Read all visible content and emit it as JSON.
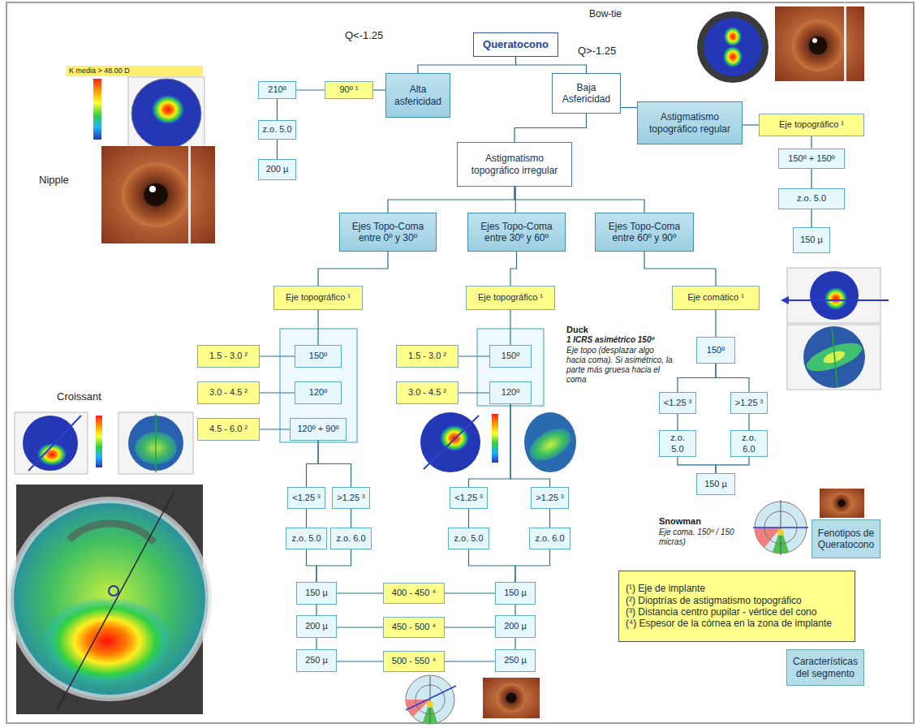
{
  "diagram": {
    "nodes": [
      {
        "text": [
          "Queratocono"
        ]
      },
      {
        "text": [
          "Alta asfericidad"
        ]
      },
      {
        "text": [
          "90º ¹"
        ]
      },
      {
        "text": [
          "210º"
        ]
      },
      {
        "text": [
          "z.o. 5.0"
        ]
      },
      {
        "text": [
          "200 µ"
        ]
      },
      {
        "text": [
          "Baja Asfericidad"
        ]
      },
      {
        "text": [
          "Astigmatismo topográfico regular"
        ]
      },
      {
        "text": [
          "Eje topográfico ¹"
        ]
      },
      {
        "text": [
          "150º + 150º"
        ]
      },
      {
        "text": [
          "z.o. 5.0"
        ]
      },
      {
        "text": [
          "150 µ"
        ]
      },
      {
        "text": [
          "Astigmatismo topográfico irregular"
        ]
      },
      {
        "text": [
          "Ejes Topo-Coma entre 0º y 30º"
        ]
      },
      {
        "text": [
          "Ejes Topo-Coma entre 30º y 60º"
        ]
      },
      {
        "text": [
          "Ejes Topo-Coma entre 60º y 90º"
        ]
      },
      {
        "text": [
          "Eje topográfico ¹"
        ]
      },
      {
        "text": [
          "Eje topográfico ¹"
        ]
      },
      {
        "text": [
          "Eje comático ¹"
        ]
      },
      {
        "text": [
          "1.5 - 3.0 ²"
        ]
      },
      {
        "text": [
          "150º"
        ]
      },
      {
        "text": [
          "3.0 - 4.5 ²"
        ]
      },
      {
        "text": [
          "120º"
        ]
      },
      {
        "text": [
          "4.5 - 6.0 ²"
        ]
      },
      {
        "text": [
          "120º + 90º"
        ]
      },
      {
        "text": [
          "1.5 - 3.0 ²"
        ]
      },
      {
        "text": [
          "150º"
        ]
      },
      {
        "text": [
          "3.0 - 4.5 ²"
        ]
      },
      {
        "text": [
          "120º"
        ]
      },
      {
        "text": [
          "150º"
        ]
      },
      {
        "text": [
          "<1.25 ³"
        ]
      },
      {
        "text": [
          ">1.25 ³"
        ]
      },
      {
        "text": [
          "z.o. 5.0"
        ]
      },
      {
        "text": [
          "z.o. 6.0"
        ]
      },
      {
        "text": [
          "150 µ"
        ]
      },
      {
        "text": [
          "<1.25 ³"
        ]
      },
      {
        "text": [
          ">1.25 ³"
        ]
      },
      {
        "text": [
          "<1.25 ³"
        ]
      },
      {
        "text": [
          ">1.25 ³"
        ]
      },
      {
        "text": [
          "z.o. 5.0"
        ]
      },
      {
        "text": [
          "z.o. 6.0"
        ]
      },
      {
        "text": [
          "z.o. 5.0"
        ]
      },
      {
        "text": [
          "z.o. 6.0"
        ]
      },
      {
        "text": [
          "150 µ"
        ]
      },
      {
        "text": [
          "400 - 450 ⁴"
        ]
      },
      {
        "text": [
          "150 µ"
        ]
      },
      {
        "text": [
          "200 µ"
        ]
      },
      {
        "text": [
          "450 - 500 ⁴"
        ]
      },
      {
        "text": [
          "200 µ"
        ]
      },
      {
        "text": [
          "250 µ"
        ]
      },
      {
        "text": [
          "500 - 550 ⁴"
        ]
      },
      {
        "text": [
          "250 µ"
        ]
      },
      {
        "text": [
          "Fenotipos de Queratocono"
        ]
      },
      {
        "text": [
          "(¹) Eje de implante",
          "(²) Dioptrías de astigmatismo topográfico",
          "(³) Distancia centro pupilar - vértice del cono",
          "(⁴) Espesor de la córnea en la zona de implante"
        ]
      },
      {
        "text": [
          "Características del segmento"
        ]
      }
    ],
    "edges": [
      {
        "from": 0,
        "to": 1,
        "arrow": "none"
      },
      {
        "from": 0,
        "to": 6,
        "arrow": "none"
      },
      {
        "from": 1,
        "to": 2,
        "arrow": "none"
      },
      {
        "from": 2,
        "to": 3,
        "arrow": "none"
      },
      {
        "from": 3,
        "to": 4,
        "arrow": "none"
      },
      {
        "from": 4,
        "to": 5,
        "arrow": "none"
      },
      {
        "from": 6,
        "to": 7,
        "arrow": "none"
      },
      {
        "from": 7,
        "to": 8,
        "arrow": "none"
      },
      {
        "from": 8,
        "to": 9,
        "arrow": "none"
      },
      {
        "from": 9,
        "to": 10,
        "arrow": "none"
      },
      {
        "from": 10,
        "to": 11,
        "arrow": "none"
      },
      {
        "from": 6,
        "to": 12,
        "arrow": "none"
      },
      {
        "from": 12,
        "to": 13,
        "arrow": "none"
      },
      {
        "from": 12,
        "to": 14,
        "arrow": "none"
      },
      {
        "from": 12,
        "to": 15,
        "arrow": "none"
      },
      {
        "from": 13,
        "to": 16,
        "arrow": "none"
      },
      {
        "from": 14,
        "to": 17,
        "arrow": "none"
      },
      {
        "from": 15,
        "to": 18,
        "arrow": "none"
      },
      {
        "from": 16,
        "to": 20,
        "arrow": "none"
      },
      {
        "from": 19,
        "to": 20,
        "arrow": "none"
      },
      {
        "from": 21,
        "to": 22,
        "arrow": "none"
      },
      {
        "from": 23,
        "to": 24,
        "arrow": "none"
      },
      {
        "from": 24,
        "to": 35,
        "arrow": "none"
      },
      {
        "from": 24,
        "to": 36,
        "arrow": "none"
      },
      {
        "from": 17,
        "to": 26,
        "arrow": "none"
      },
      {
        "from": 25,
        "to": 26,
        "arrow": "none"
      },
      {
        "from": 27,
        "to": 28,
        "arrow": "none"
      },
      {
        "from": 28,
        "to": 37,
        "arrow": "none"
      },
      {
        "from": 28,
        "to": 38,
        "arrow": "none"
      },
      {
        "from": 18,
        "to": 29,
        "arrow": "none"
      },
      {
        "from": 29,
        "to": 30,
        "arrow": "none"
      },
      {
        "from": 29,
        "to": 31,
        "arrow": "none"
      },
      {
        "from": 30,
        "to": 32,
        "arrow": "none"
      },
      {
        "from": 31,
        "to": 33,
        "arrow": "none"
      },
      {
        "from": 32,
        "to": 34,
        "arrow": "none"
      },
      {
        "from": 33,
        "to": 34,
        "arrow": "none"
      },
      {
        "from": 35,
        "to": 39,
        "arrow": "none"
      },
      {
        "from": 36,
        "to": 40,
        "arrow": "none"
      },
      {
        "from": 37,
        "to": 41,
        "arrow": "none"
      },
      {
        "from": 38,
        "to": 42,
        "arrow": "none"
      },
      {
        "from": 39,
        "to": 43,
        "arrow": "none"
      },
      {
        "from": 40,
        "to": 43,
        "arrow": "none"
      },
      {
        "from": 41,
        "to": 45,
        "arrow": "none"
      },
      {
        "from": 42,
        "to": 45,
        "arrow": "none"
      },
      {
        "from": 43,
        "to": 46,
        "arrow": "none"
      },
      {
        "from": 46,
        "to": 49,
        "arrow": "none"
      },
      {
        "from": 45,
        "to": 48,
        "arrow": "none"
      },
      {
        "from": 48,
        "to": 51,
        "arrow": "none"
      },
      {
        "from": 44,
        "to": 43,
        "arrow": "none"
      },
      {
        "from": 44,
        "to": 45,
        "arrow": "none"
      },
      {
        "from": 47,
        "to": 46,
        "arrow": "none"
      },
      {
        "from": 47,
        "to": 48,
        "arrow": "none"
      },
      {
        "from": 50,
        "to": 49,
        "arrow": "none"
      },
      {
        "from": 50,
        "to": 51,
        "arrow": "none"
      }
    ],
    "labels": [
      "Q<-1.25",
      "Q>-1.25",
      "Bow-tie",
      "K media > 48.00 D",
      "Nipple",
      "Croissant",
      "Duck",
      "1 ICRS asimétrico 150º",
      "Eje topo (desplazar algo hacia coma). Si asimétrico, la parte más gruesa hacia el coma",
      "Snowman",
      "Eje coma. 150º / 150 micras)"
    ]
  }
}
